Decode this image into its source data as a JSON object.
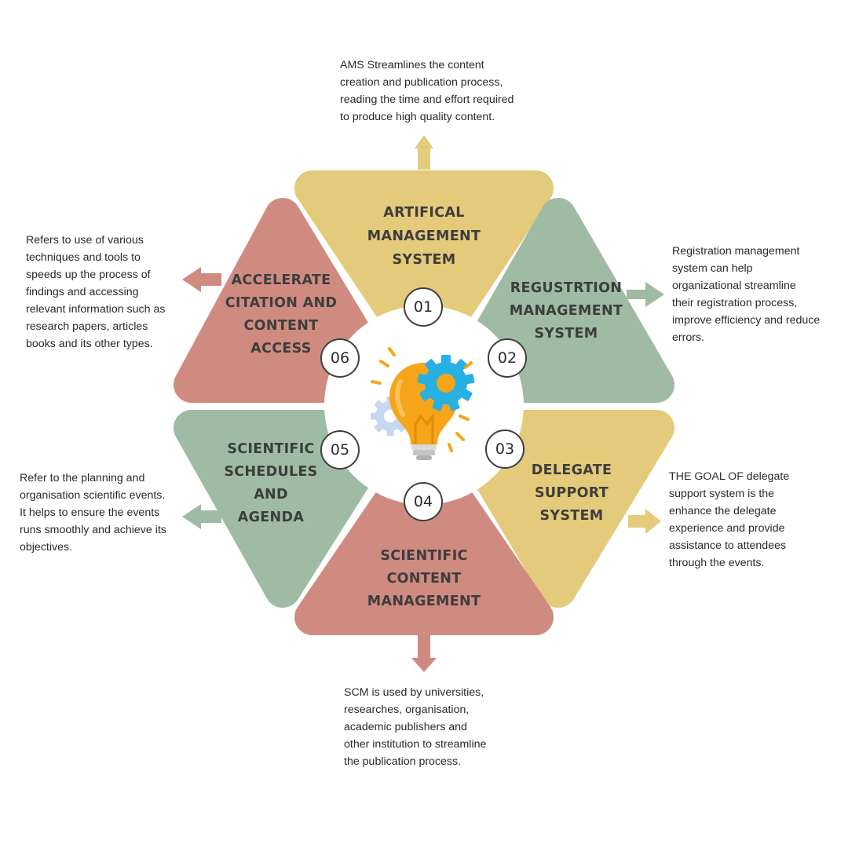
{
  "colors": {
    "yellow": "#e4ca7b",
    "green": "#9fbba4",
    "red": "#d08b80",
    "bulb": "#f6a51b",
    "gear_blue": "#27b0e4",
    "gear_light": "#c6d7f0"
  },
  "center_icon": "lightbulb-with-gears-icon",
  "segments": [
    {
      "number": "01",
      "color": "yellow",
      "title": [
        "ARTIFICAL",
        "MANAGEMENT",
        "SYSTEM"
      ],
      "description": [
        "AMS Streamlines the content",
        "creation and publication process,",
        "reading the time and effort required",
        "to produce high quality content."
      ]
    },
    {
      "number": "02",
      "color": "green",
      "title": [
        "REGUSTRTION",
        "MANAGEMENT",
        "SYSTEM"
      ],
      "description": [
        "Registration management",
        "system can help",
        "organizational streamline",
        "their registration process,",
        "improve efficiency and reduce",
        "errors."
      ]
    },
    {
      "number": "03",
      "color": "yellow",
      "title": [
        "DELEGATE",
        "SUPPORT",
        "SYSTEM"
      ],
      "description": [
        "THE GOAL OF delegate",
        "support system is the",
        "enhance the delegate",
        "experience and provide",
        "assistance to attendees",
        "through the events."
      ]
    },
    {
      "number": "04",
      "color": "red",
      "title": [
        "SCIENTIFIC",
        "CONTENT",
        "MANAGEMENT"
      ],
      "description": [
        "SCM is used by universities,",
        "researches, organisation,",
        "academic publishers and",
        "other institution to streamline",
        "the publication process."
      ]
    },
    {
      "number": "05",
      "color": "green",
      "title": [
        "SCIENTIFIC",
        "SCHEDULES",
        "AND",
        "AGENDA"
      ],
      "description": [
        "Refer to the planning and",
        "organisation scientific events.",
        "It helps to ensure the events",
        "runs smoothly and achieve its",
        "objectives."
      ]
    },
    {
      "number": "06",
      "color": "red",
      "title": [
        "ACCELERATE",
        "CITATION AND",
        "CONTENT",
        "ACCESS"
      ],
      "description": [
        "Refers to use of various",
        "techniques and tools to",
        "speeds up the process of",
        "findings and accessing",
        "relevant information such as",
        "research papers, articles",
        "books and its other types."
      ]
    }
  ]
}
